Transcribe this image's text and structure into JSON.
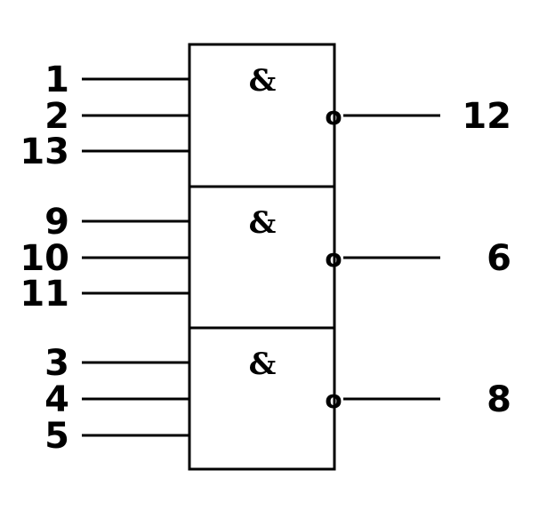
{
  "gates": [
    {
      "symbol": "&",
      "inversion_mark": "o",
      "inputs": [
        "1",
        "2",
        "13"
      ],
      "output": "12"
    },
    {
      "symbol": "&",
      "inversion_mark": "o",
      "inputs": [
        "9",
        "10",
        "11"
      ],
      "output": "6"
    },
    {
      "symbol": "&",
      "inversion_mark": "o",
      "inputs": [
        "3",
        "4",
        "5"
      ],
      "output": "8"
    }
  ],
  "colors": {
    "line": "#000000",
    "background": "#ffffff"
  }
}
